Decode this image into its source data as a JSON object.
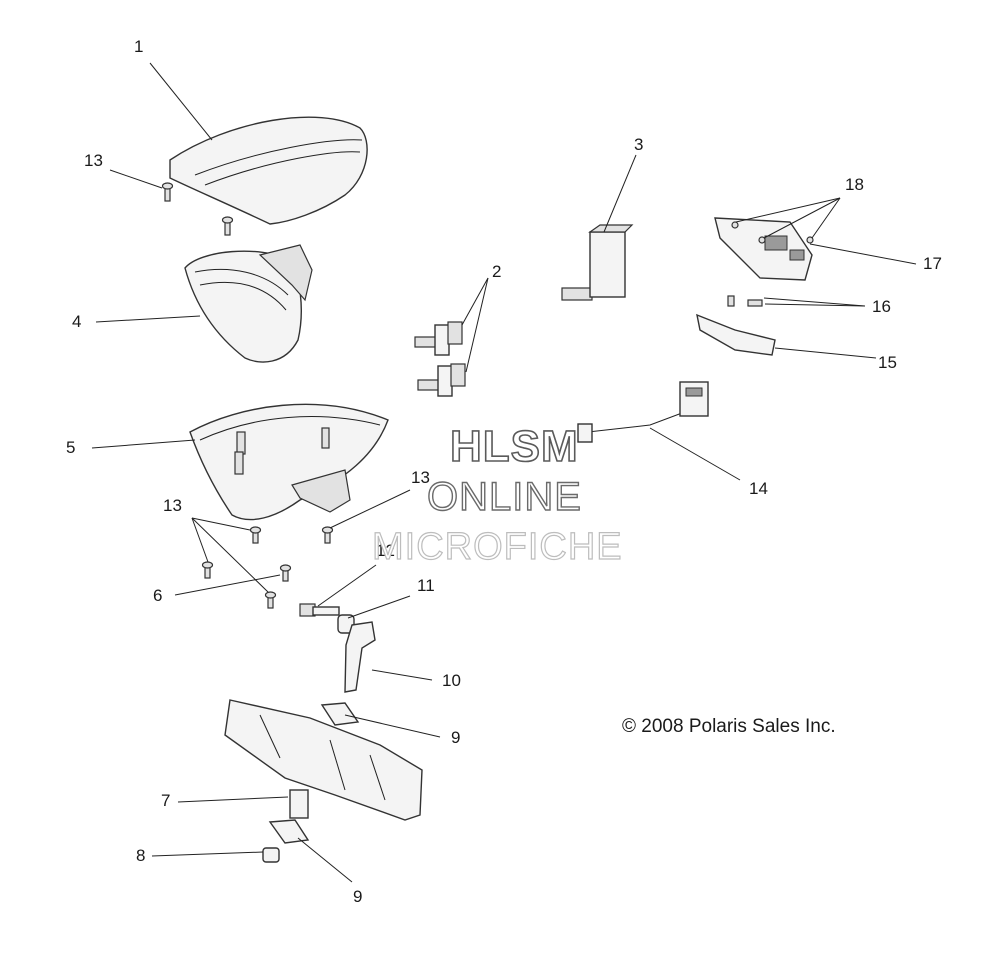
{
  "callouts": {
    "c1": "1",
    "c2": "2",
    "c3": "3",
    "c4": "4",
    "c5": "5",
    "c6": "6",
    "c7": "7",
    "c8": "8",
    "c9a": "9",
    "c9b": "9",
    "c10": "10",
    "c11": "11",
    "c12": "12",
    "c13a": "13",
    "c13b": "13",
    "c13c": "13",
    "c14": "14",
    "c15": "15",
    "c16": "16",
    "c17": "17",
    "c18": "18"
  },
  "watermark": {
    "line1": "HLSM",
    "line2": "ONLINE",
    "line3": "MICROFICHE"
  },
  "copyright": "© 2008 Polaris Sales Inc."
}
